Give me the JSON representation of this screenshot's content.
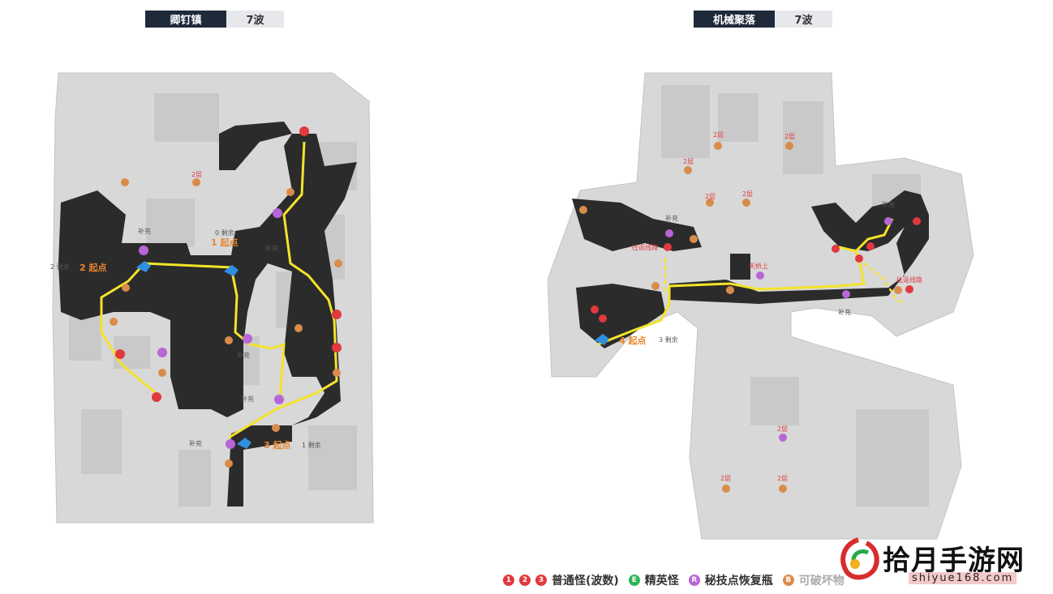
{
  "left_map": {
    "name": "卿钉镇",
    "wave": "7波"
  },
  "right_map": {
    "name": "机械聚落",
    "wave": "7波"
  },
  "left_labels": {
    "start1": "1 起点",
    "start2": "2 起点",
    "start3": "3 起点",
    "rem0": "0 剩余",
    "rem2": "2 剩余",
    "rem1": "1 剩余",
    "supply": "补充",
    "floor2": "2层"
  },
  "right_labels": {
    "start4": "4 起点",
    "rem3": "3 剩余",
    "supply": "补充",
    "route": "往返线路",
    "bridge": "天桥上",
    "floor2": "2层"
  },
  "legend": {
    "normal": "普通怪(波数)",
    "elite": "精英怪",
    "recover": "秘技点恢复瓶",
    "breakable": "可破坏物"
  },
  "colors": {
    "normal": "#e0393e",
    "elite": "#2db45a",
    "recover": "#b766d6",
    "breakable": "#d98c4a",
    "path": "#f4e32a",
    "ground": "#2b2b2b",
    "terrain": "#d9d9d9"
  },
  "watermark": {
    "text": "拾月手游网",
    "url": "shiyue168.com"
  }
}
